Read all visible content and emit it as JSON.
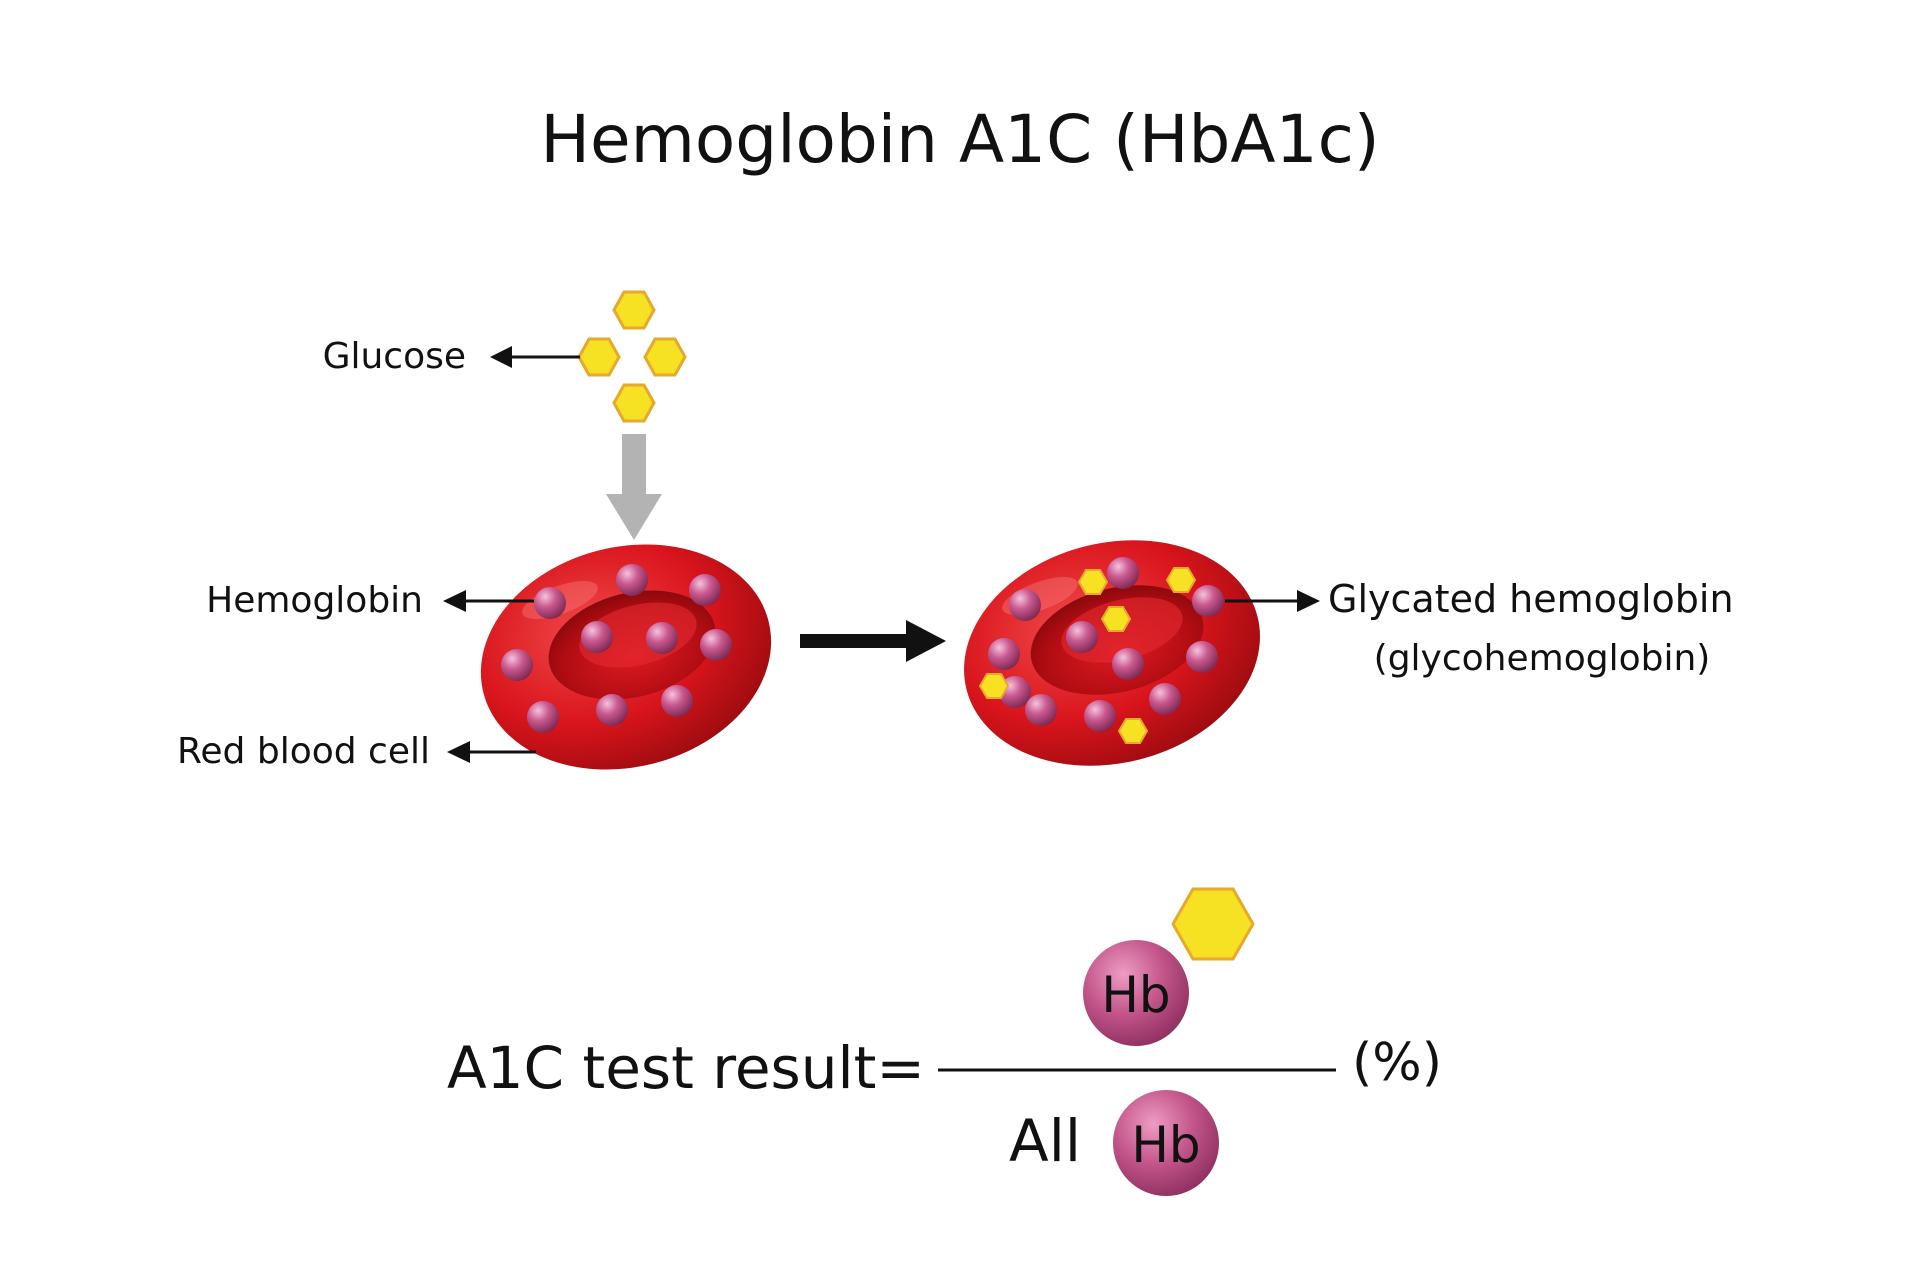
{
  "title": "Hemoglobin A1C (HbA1c)",
  "labels": {
    "glucose": "Glucose",
    "hemoglobin": "Hemoglobin",
    "red_blood_cell": "Red blood cell",
    "glycated_hemoglobin": "Glycated hemoglobin",
    "glycohemoglobin": "(glycohemoglobin)"
  },
  "formula": {
    "lhs": "A1C test result=",
    "numerator_molecule": "Hb",
    "denominator_prefix": "All",
    "denominator_molecule": "Hb",
    "unit": "(%)"
  },
  "colors": {
    "cell_red": "#d9141c",
    "hemoglobin_pink": "#b84a7e",
    "glucose_yellow": "#f7e123",
    "glucose_stroke": "#e6a92e",
    "process_arrow_gray": "#b3b3b3",
    "text": "#111111"
  },
  "icons": {
    "glucose": "hexagon",
    "hemoglobin": "sphere",
    "red_blood_cell": "biconcave-disc"
  }
}
